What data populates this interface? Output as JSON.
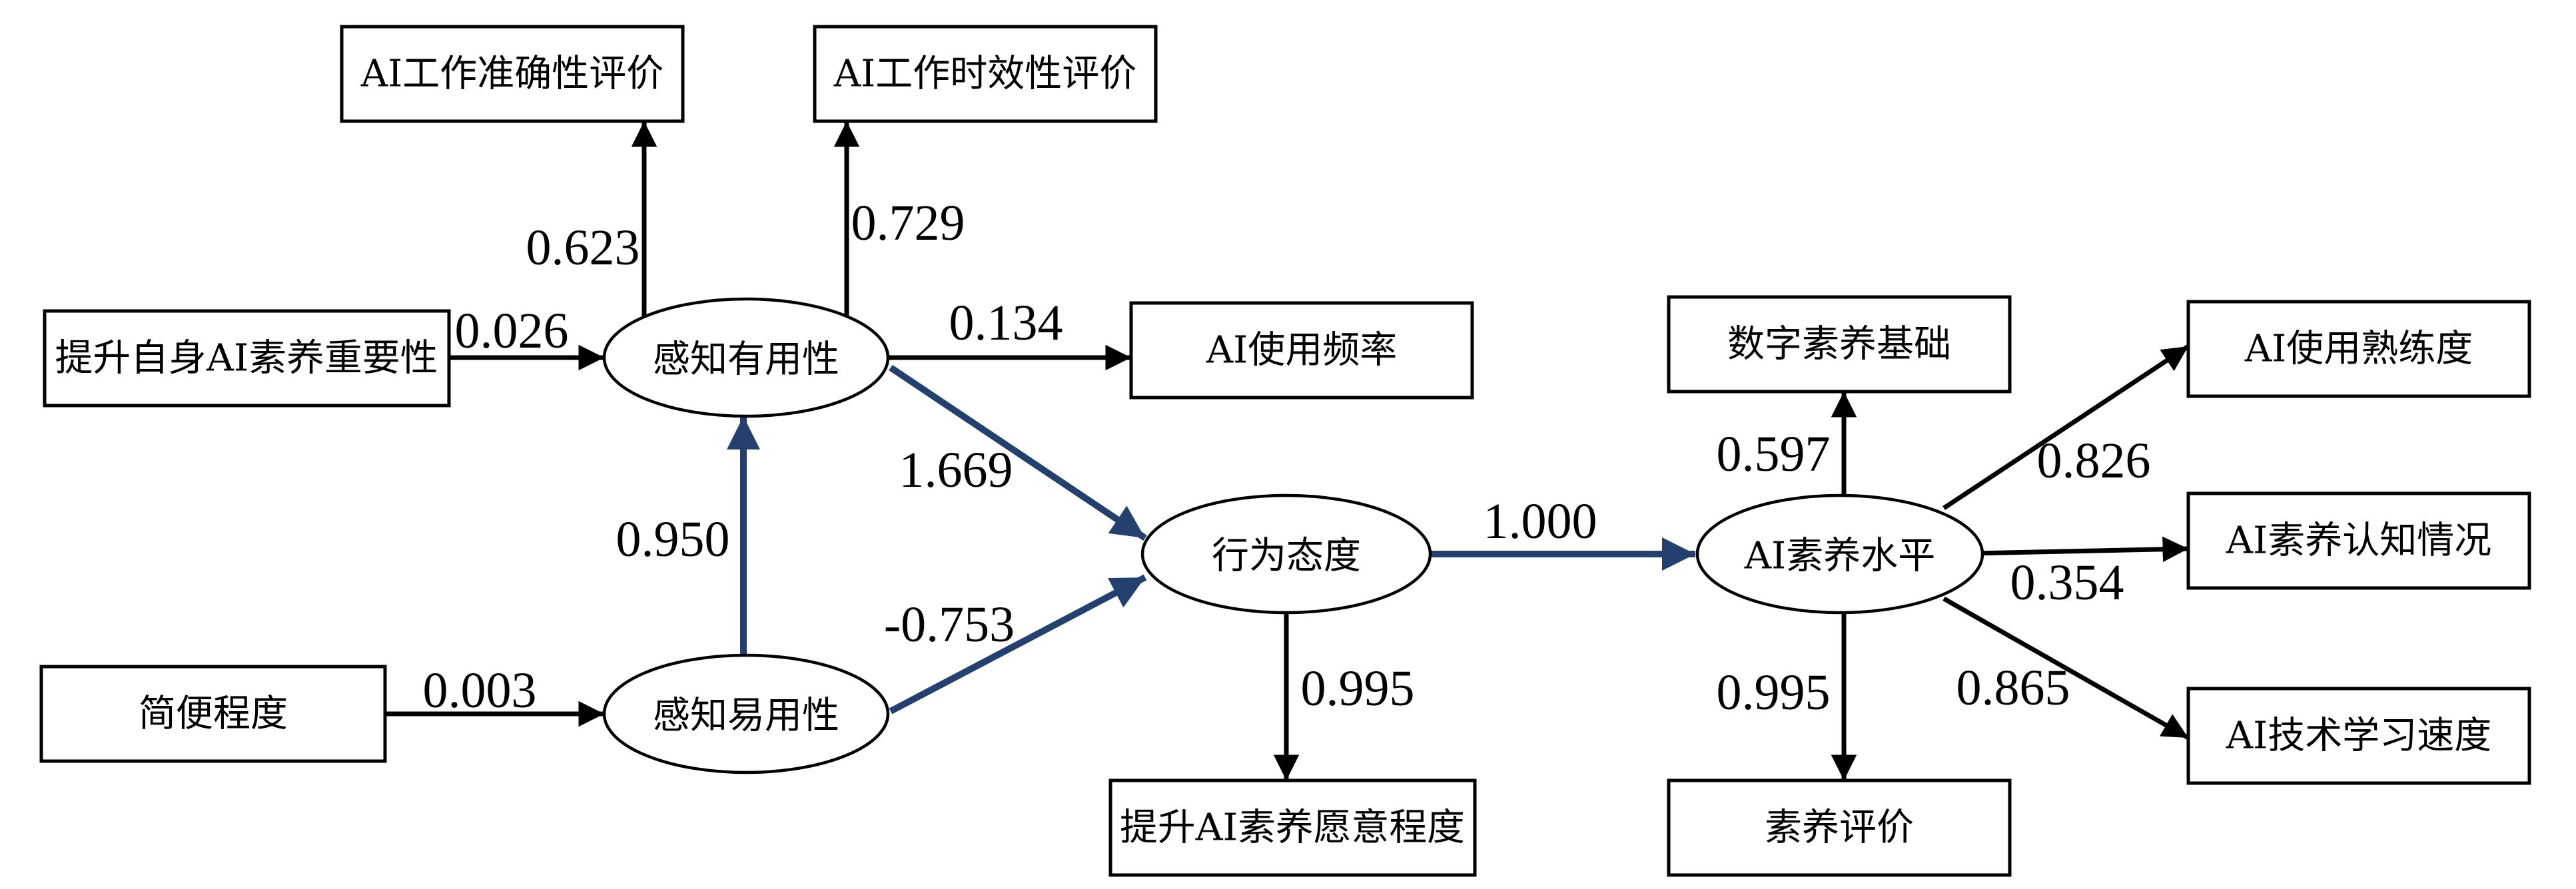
{
  "nodes": {
    "ai_accuracy": "AI工作准确性评价",
    "ai_timeliness": "AI工作时效性评价",
    "importance": "提升自身AI素养重要性",
    "usefulness": "感知有用性",
    "ai_frequency": "AI使用频率",
    "convenience": "简便程度",
    "ease": "感知易用性",
    "attitude": "行为态度",
    "willingness": "提升AI素养愿意程度",
    "literacy": "AI素养水平",
    "digital_basis": "数字素养基础",
    "evaluation": "素养评价",
    "proficiency": "AI使用熟练度",
    "cognition": "AI素养认知情况",
    "learning_speed": "AI技术学习速度"
  },
  "coefficients": {
    "usefulness_to_accuracy": "0.623",
    "usefulness_to_timeliness": "0.729",
    "importance_to_usefulness": "0.026",
    "usefulness_to_frequency": "0.134",
    "ease_to_usefulness": "0.950",
    "usefulness_to_attitude": "1.669",
    "convenience_to_ease": "0.003",
    "ease_to_attitude": "-0.753",
    "attitude_to_literacy": "1.000",
    "attitude_to_willingness": "0.995",
    "literacy_to_digital": "0.597",
    "literacy_to_proficiency": "0.826",
    "literacy_to_cognition": "0.354",
    "literacy_to_evaluation": "0.995",
    "literacy_to_learning": "0.865"
  },
  "colors": {
    "structural_path": "#24406e",
    "measurement_path": "#000000"
  }
}
